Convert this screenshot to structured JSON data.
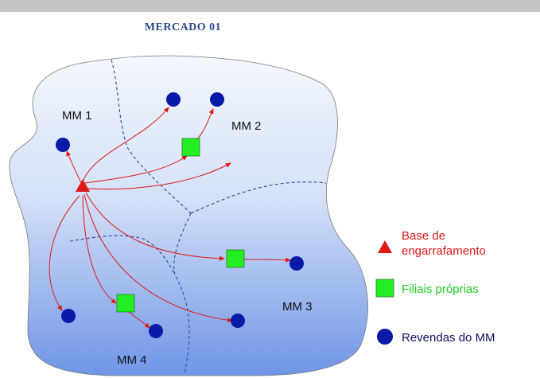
{
  "title": "MERCADO 01",
  "colors": {
    "title": "#2a4a8a",
    "region_light": "#f4f8fd",
    "region_dark": "#6f95e6",
    "boundary": "#2f4a9a",
    "arrow": "#e01818",
    "base": "#e01818",
    "filial": "#22ee22",
    "revenda": "#0a1aa8",
    "legend_base_text": "#e01818",
    "legend_filial_text": "#22cc22",
    "legend_revenda_text": "#101060"
  },
  "regions": {
    "mm1": "MM 1",
    "mm2": "MM 2",
    "mm3": "MM 3",
    "mm4": "MM 4"
  },
  "legend": {
    "base_line1": "Base de",
    "base_line2": "engarrafamento",
    "base_icon": "red-triangle",
    "filiais": "Filiais próprias",
    "filiais_icon": "green-square",
    "revendas": "Revendas do MM",
    "revendas_icon": "blue-circle"
  }
}
